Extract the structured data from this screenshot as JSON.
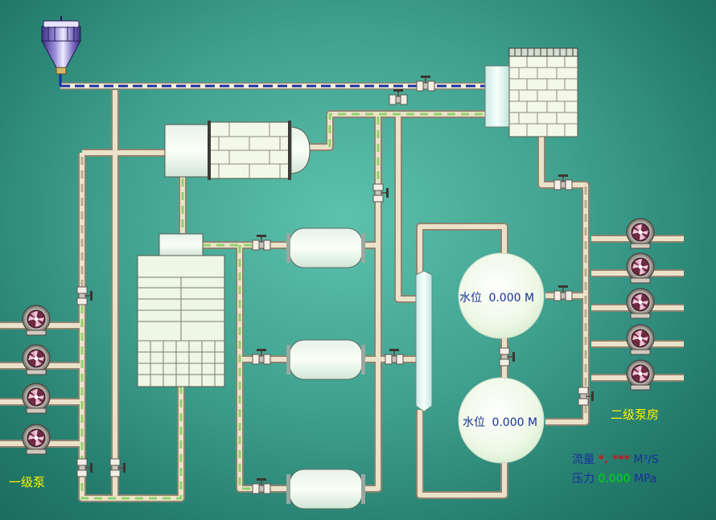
{
  "labels": {
    "primary_pumps": "一级泵",
    "secondary_pump_room": "二级泵房"
  },
  "tanks": [
    {
      "label": "水位",
      "value": "0.000",
      "unit": "M"
    },
    {
      "label": "水位",
      "value": "0.000",
      "unit": "M"
    }
  ],
  "meters": {
    "flow": {
      "label": "流量",
      "value": "*.  ***",
      "unit": "M³/S"
    },
    "pressure": {
      "label": "压力",
      "value": "0.000",
      "unit": "MPa"
    }
  },
  "colors": {
    "background": "#3fa08e",
    "pipe": "#e8dcc4",
    "pipe_edge": "#8d8472",
    "flow_green": "#8fd36a",
    "flow_blue": "#1b2fa0",
    "readout_text": "#1a2f9a",
    "pump_label": "#fff200",
    "value_green": "#00e000"
  },
  "icons": [
    "valve-icon",
    "pump-icon",
    "hopper-icon",
    "cooling-tower-icon",
    "filter-tank-icon",
    "heat-exchanger-icon"
  ]
}
